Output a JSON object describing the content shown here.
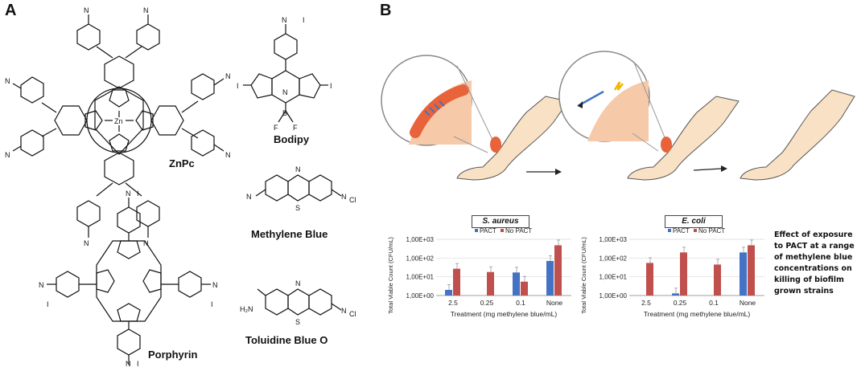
{
  "panels": {
    "a_label": "A",
    "b_label": "B"
  },
  "molecules": {
    "znpc": "ZnPc",
    "bodipy": "Bodipy",
    "methylene_blue": "Methylene Blue",
    "porphyrin": "Porphyrin",
    "toluidine_blue": "Toluidine Blue O"
  },
  "caption": {
    "lines": [
      "Effect of exposure",
      "to PACT at a range",
      "of methylene blue",
      "concentrations on",
      "killing of biofilm",
      "grown strains"
    ]
  },
  "colors": {
    "pact": "#4472c4",
    "no_pact": "#c0504d",
    "skin": "#f8e1c4",
    "wound": "#e8623a"
  },
  "chart_data": [
    {
      "type": "bar",
      "title": "S. aureus",
      "ylabel": "Total Viable Count (CFU/mL)",
      "xlabel": "Treatment (mg methylene blue/mL)",
      "y_scale": "log",
      "yticks": [
        "1,00E+00",
        "1,00E+01",
        "1,00E+02",
        "1,00E+03"
      ],
      "ylim": [
        1,
        1000
      ],
      "categories": [
        "2.5",
        "0.25",
        "0.1",
        "None"
      ],
      "legend": "top",
      "series": [
        {
          "name": "PACT",
          "values": [
            2,
            null,
            17,
            70
          ]
        },
        {
          "name": "No PACT",
          "values": [
            27,
            18,
            5.5,
            480
          ]
        }
      ]
    },
    {
      "type": "bar",
      "title": "E. coli",
      "ylabel": "Total Viable Count (CFU/mL)",
      "xlabel": "Treatment (mg methylene blue/mL)",
      "y_scale": "log",
      "yticks": [
        "1,00E+00",
        "1,00E+01",
        "1,00E+02",
        "1,00E+03"
      ],
      "ylim": [
        1,
        1000
      ],
      "categories": [
        "2.5",
        "0.25",
        "0.1",
        "None"
      ],
      "legend": "top",
      "series": [
        {
          "name": "PACT",
          "values": [
            null,
            1.3,
            null,
            200
          ]
        },
        {
          "name": "No PACT",
          "values": [
            55,
            200,
            45,
            480
          ]
        }
      ]
    }
  ]
}
